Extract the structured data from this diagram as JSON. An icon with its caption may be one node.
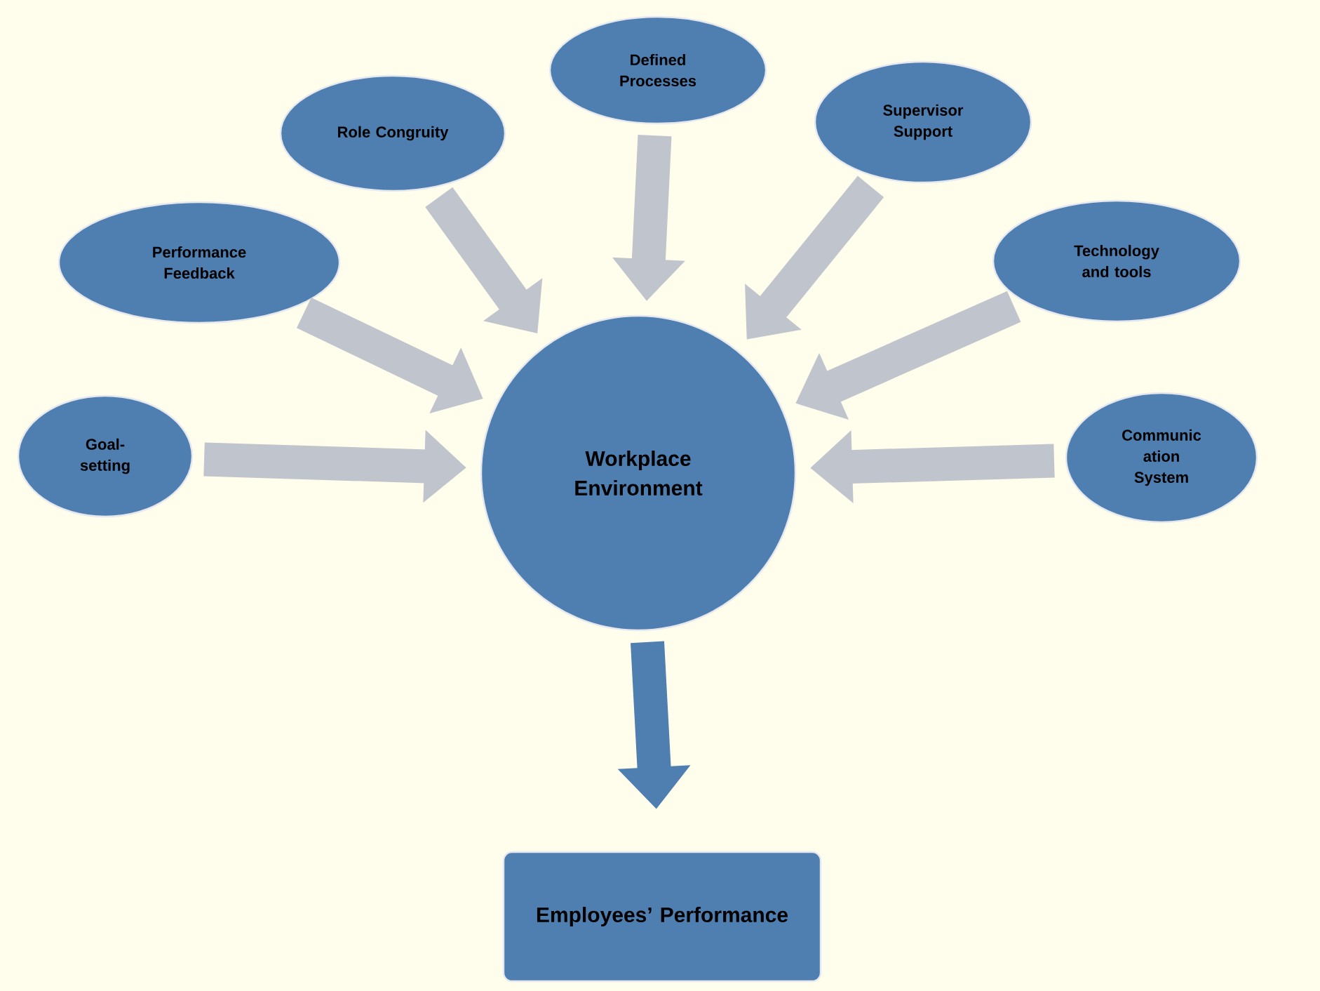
{
  "diagram": {
    "nodes": [
      {
        "text": [
          "Goal- setting"
        ]
      },
      {
        "text": [
          "Performance Feedback"
        ]
      },
      {
        "text": [
          "Role Congruity"
        ]
      },
      {
        "text": [
          "Defined Processes"
        ]
      },
      {
        "text": [
          "Supervisor Support"
        ]
      },
      {
        "text": [
          "Technology and tools"
        ]
      },
      {
        "text": [
          "Communic ation System"
        ]
      },
      {
        "text": [
          "Workplace Environment"
        ]
      },
      {
        "text": [
          "Employees’ Performance"
        ]
      }
    ],
    "edges": [
      {
        "from": 0,
        "to": 7,
        "arrow": "to"
      },
      {
        "from": 1,
        "to": 7,
        "arrow": "to"
      },
      {
        "from": 2,
        "to": 7,
        "arrow": "to"
      },
      {
        "from": 3,
        "to": 7,
        "arrow": "to"
      },
      {
        "from": 4,
        "to": 7,
        "arrow": "to"
      },
      {
        "from": 5,
        "to": 7,
        "arrow": "to"
      },
      {
        "from": 6,
        "to": 7,
        "arrow": "to"
      },
      {
        "from": 7,
        "to": 8,
        "arrow": "to",
        "color": "#4f7fb0"
      }
    ]
  }
}
